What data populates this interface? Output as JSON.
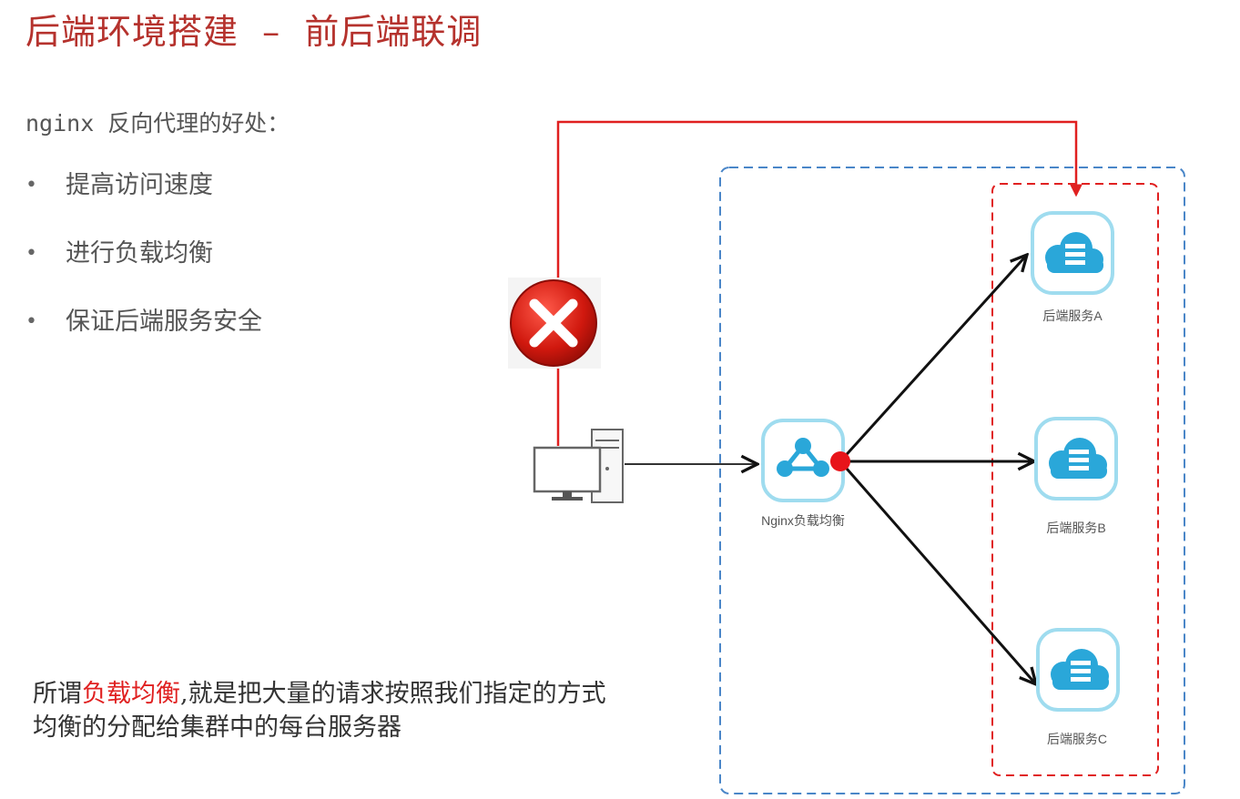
{
  "slide": {
    "title": "后端环境搭建  –  前后端联调",
    "subtitle": "nginx 反向代理的好处：",
    "bullets": [
      "提高访问速度",
      "进行负载均衡",
      "保证后端服务安全"
    ],
    "note": {
      "before": "所谓",
      "highlight": "负载均衡",
      "after": ",就是把大量的请求按照我们指定的方式均衡的分配给集群中的每台服务器"
    }
  },
  "diagram": {
    "nginx_label": "Nginx负载均衡",
    "servers": [
      "后端服务A",
      "后端服务B",
      "后端服务C"
    ]
  },
  "colors": {
    "title": "#b5322d",
    "highlight": "#e02020",
    "blue_border": "#4a86c8",
    "red_border": "#e02020",
    "icon_teal": "#2aa7d9"
  }
}
